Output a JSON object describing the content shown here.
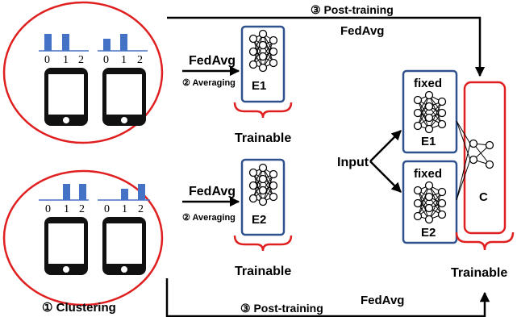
{
  "labels": {
    "post_training_top": "③ Post-training",
    "fedavg_top": "FedAvg",
    "fedavg_1": "FedAvg",
    "averaging_1": "② Averaging",
    "e1": "E1",
    "trainable_1": "Trainable",
    "fedavg_2": "FedAvg",
    "averaging_2": "② Averaging",
    "e2": "E2",
    "trainable_2": "Trainable",
    "clustering": "① Clustering",
    "post_training_bottom": "③ Post-training",
    "fedavg_bottom": "FedAvg",
    "input": "Input",
    "fixed_1": "fixed",
    "e1_right": "E1",
    "fixed_2": "fixed",
    "e2_right": "E2",
    "c": "C",
    "trainable_right": "Trainable"
  },
  "histograms": {
    "phone_a": {
      "ticks": [
        "0",
        "1",
        "2"
      ],
      "values": [
        1.0,
        1.0,
        0.0
      ]
    },
    "phone_b": {
      "ticks": [
        "0",
        "1",
        "2"
      ],
      "values": [
        0.7,
        1.0,
        0.0
      ]
    },
    "phone_c": {
      "ticks": [
        "0",
        "1",
        "2"
      ],
      "values": [
        0.0,
        1.0,
        1.0
      ]
    },
    "phone_d": {
      "ticks": [
        "0",
        "1",
        "2"
      ],
      "values": [
        0.0,
        0.7,
        1.0
      ]
    }
  },
  "colors": {
    "ellipse": "#e02020",
    "bar": "#4472c4",
    "box": "#2f528f",
    "bracket": "#e02020",
    "phone": "#111111"
  }
}
